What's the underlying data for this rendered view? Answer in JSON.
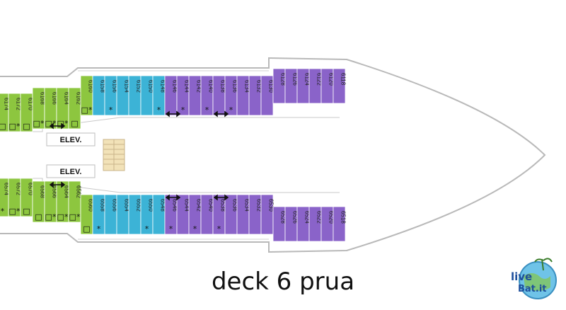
{
  "caption": "deck 6 prua",
  "elevator_label": "ELEV.",
  "logo": {
    "text_main": "live",
    "text_sub": "Bat.it"
  },
  "colors": {
    "green": "#8dc63f",
    "teal": "#3cb3d6",
    "purple": "#8a63c9",
    "hull": "#b9b9b9"
  },
  "top_cabins": [
    {
      "n": "6174",
      "c": "green",
      "mark": "□"
    },
    {
      "n": "6172",
      "c": "green",
      "mark": "□*"
    },
    {
      "n": "6170",
      "c": "green",
      "mark": "□"
    },
    {
      "n": "6168",
      "c": "green",
      "mark": "□*"
    },
    {
      "n": "6166",
      "c": "green",
      "mark": "□*"
    },
    {
      "n": "6164",
      "c": "green",
      "mark": "□*"
    },
    {
      "n": "6162",
      "c": "green",
      "mark": "□"
    },
    {
      "n": "6160",
      "c": "green",
      "mark": "□*"
    },
    {
      "n": "6158",
      "c": "teal",
      "mark": ""
    },
    {
      "n": "6156",
      "c": "teal",
      "mark": "*"
    },
    {
      "n": "6154",
      "c": "teal",
      "mark": ""
    },
    {
      "n": "6152",
      "c": "teal",
      "mark": ""
    },
    {
      "n": "6150",
      "c": "teal",
      "mark": ""
    },
    {
      "n": "6148",
      "c": "teal",
      "mark": "*"
    },
    {
      "n": "6146",
      "c": "purple",
      "mark": ""
    },
    {
      "n": "6144",
      "c": "purple",
      "mark": "*"
    },
    {
      "n": "6142",
      "c": "purple",
      "mark": ""
    },
    {
      "n": "6140",
      "c": "purple",
      "mark": "*"
    },
    {
      "n": "6138",
      "c": "purple",
      "mark": ""
    },
    {
      "n": "6136",
      "c": "purple",
      "mark": "*"
    },
    {
      "n": "6134",
      "c": "purple",
      "mark": ""
    },
    {
      "n": "6132",
      "c": "purple",
      "mark": ""
    },
    {
      "n": "6130",
      "c": "purple",
      "mark": ""
    },
    {
      "n": "6128",
      "c": "purple",
      "mark": ""
    },
    {
      "n": "6126",
      "c": "purple",
      "mark": ""
    },
    {
      "n": "6124",
      "c": "purple",
      "mark": ""
    },
    {
      "n": "6122",
      "c": "purple",
      "mark": ""
    },
    {
      "n": "6120",
      "c": "purple",
      "mark": ""
    },
    {
      "n": "6118",
      "c": "purple",
      "mark": ""
    }
  ],
  "bottom_cabins": [
    {
      "n": "6574",
      "c": "green",
      "mark": "*"
    },
    {
      "n": "6572",
      "c": "green",
      "mark": "□*"
    },
    {
      "n": "6570",
      "c": "green",
      "mark": "□"
    },
    {
      "n": "6568",
      "c": "green",
      "mark": "□"
    },
    {
      "n": "6566",
      "c": "green",
      "mark": "□*"
    },
    {
      "n": "6564",
      "c": "green",
      "mark": "□*"
    },
    {
      "n": "6562",
      "c": "green",
      "mark": "□*"
    },
    {
      "n": "6560",
      "c": "green",
      "mark": "□"
    },
    {
      "n": "6558",
      "c": "teal",
      "mark": "*"
    },
    {
      "n": "6556",
      "c": "teal",
      "mark": ""
    },
    {
      "n": "6554",
      "c": "teal",
      "mark": ""
    },
    {
      "n": "6552",
      "c": "teal",
      "mark": ""
    },
    {
      "n": "6550",
      "c": "teal",
      "mark": "*"
    },
    {
      "n": "6548",
      "c": "teal",
      "mark": ""
    },
    {
      "n": "6546",
      "c": "purple",
      "mark": "*"
    },
    {
      "n": "6544",
      "c": "purple",
      "mark": ""
    },
    {
      "n": "6542",
      "c": "purple",
      "mark": "*"
    },
    {
      "n": "6540",
      "c": "purple",
      "mark": ""
    },
    {
      "n": "6538",
      "c": "purple",
      "mark": "*"
    },
    {
      "n": "6536",
      "c": "purple",
      "mark": ""
    },
    {
      "n": "6534",
      "c": "purple",
      "mark": ""
    },
    {
      "n": "6532",
      "c": "purple",
      "mark": ""
    },
    {
      "n": "6530",
      "c": "purple",
      "mark": ""
    },
    {
      "n": "6528",
      "c": "purple",
      "mark": ""
    },
    {
      "n": "6526",
      "c": "purple",
      "mark": ""
    },
    {
      "n": "6524",
      "c": "purple",
      "mark": ""
    },
    {
      "n": "6522",
      "c": "purple",
      "mark": ""
    },
    {
      "n": "6520",
      "c": "purple",
      "mark": ""
    },
    {
      "n": "6518",
      "c": "purple",
      "mark": ""
    }
  ]
}
